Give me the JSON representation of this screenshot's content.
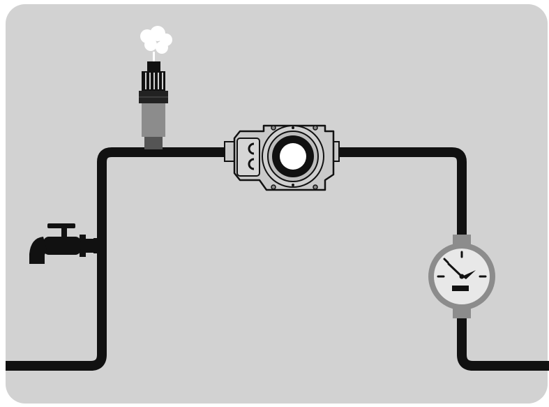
{
  "diagram": {
    "colors": {
      "background": "#d2d2d2",
      "pipe": "#111111",
      "device_gray": "#8c8c8c",
      "device_light": "#c9c9c9",
      "white": "#ffffff"
    },
    "components": [
      {
        "id": "pipe",
        "icon": "pipe-icon"
      },
      {
        "id": "faucet",
        "icon": "faucet-icon"
      },
      {
        "id": "smoke-sensor",
        "icon": "smoke-sensor-icon"
      },
      {
        "id": "transmitter",
        "icon": "transmitter-icon"
      },
      {
        "id": "pressure-gauge",
        "icon": "pressure-gauge-icon"
      }
    ]
  }
}
